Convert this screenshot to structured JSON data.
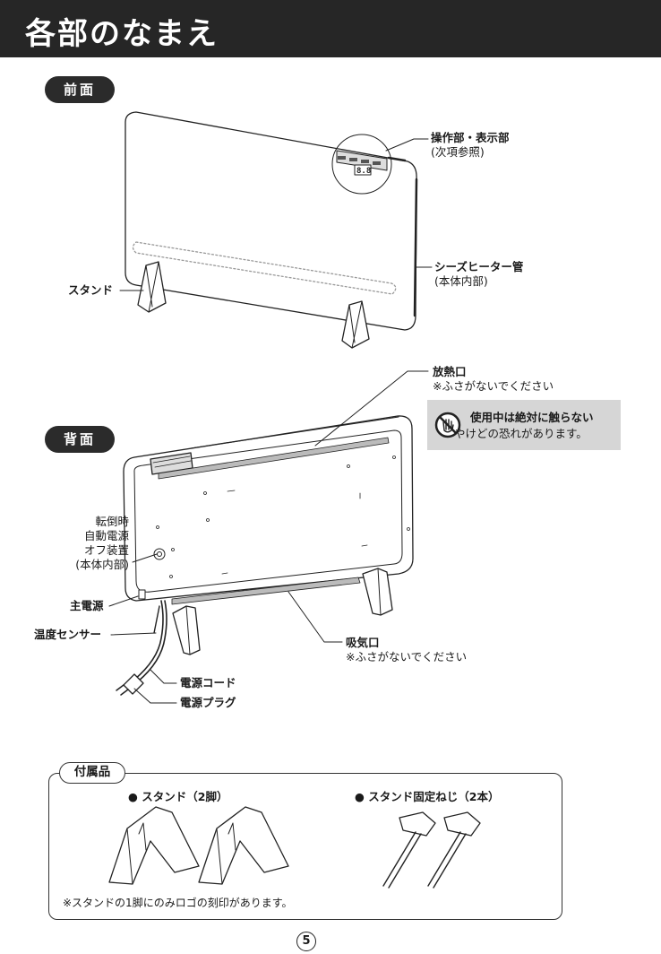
{
  "page": {
    "title": "各部のなまえ",
    "page_number": "5"
  },
  "front": {
    "label": "前面",
    "callouts": {
      "control_panel": "操作部・表示部",
      "control_panel_note": "(次項参照)",
      "display_readout": "8.8",
      "heater_tube": "シーズヒーター管",
      "heater_tube_note": "(本体内部)",
      "stand": "スタンド"
    }
  },
  "back": {
    "label": "背面",
    "callouts": {
      "exhaust": "放熱口",
      "exhaust_note": "※ふさがないでください",
      "tip_over_1": "転倒時",
      "tip_over_2": "自動電源",
      "tip_over_3": "オフ装置",
      "tip_over_4": "(本体内部)",
      "main_power": "主電源",
      "temp_sensor": "温度センサー",
      "intake": "吸気口",
      "intake_note": "※ふさがないでください",
      "power_cord": "電源コード",
      "power_plug": "電源プラグ"
    },
    "warning": {
      "title": "使用中は絶対に触らない",
      "text": "やけどの恐れがあります。",
      "icon": "no-touch-icon"
    }
  },
  "accessories": {
    "label": "付属品",
    "items": [
      {
        "name": "スタンド（2脚）"
      },
      {
        "name": "スタンド固定ねじ（2本）"
      }
    ],
    "bullet": "●",
    "note": "※スタンドの1脚にのみロゴの刻印があります。"
  }
}
